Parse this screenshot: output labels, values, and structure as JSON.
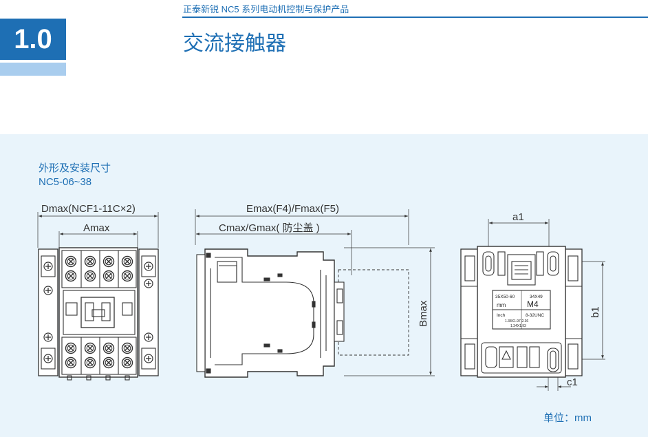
{
  "header": {
    "product_line": "正泰新锐 NC5 系列电动机控制与保护产品"
  },
  "section": {
    "number": "1.0"
  },
  "page": {
    "title": "交流接触器"
  },
  "dimensions": {
    "heading": "外形及安装尺寸",
    "model": "NC5-06~38",
    "unit": "单位：mm"
  },
  "front_view": {
    "label_d": "Dmax(NCF1-11C×2)",
    "label_a": "Amax"
  },
  "side_view": {
    "label_e": "Emax(F4)/Fmax(F5)",
    "label_c": "Cmax/Gmax( 防尘盖 )",
    "label_b": "Bmax"
  },
  "back_view": {
    "label_a1": "a1",
    "label_b1": "b1",
    "label_c1": "c1",
    "plate_tl": "35X50-60",
    "plate_tr": "34X49",
    "plate_mm": "mm",
    "plate_m4": "M4",
    "plate_inch": "Inch",
    "plate_unc": "8-32UNC",
    "plate_l3": "1.38X1.97-2.36",
    "plate_l4": "1.34X1.93"
  },
  "colors": {
    "brand_blue": "#1e6fb4",
    "light_blue": "#a9cdee",
    "panel": "#e9f4fb"
  }
}
